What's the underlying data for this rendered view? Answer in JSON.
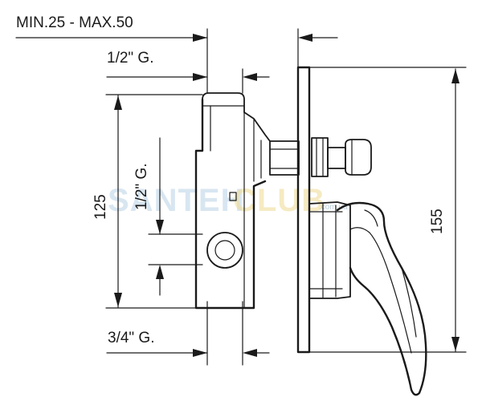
{
  "dimensions": {
    "wall_depth": "MIN.25 - MAX.50",
    "outlet_top": "1/2\" G.",
    "outlet_side": "1/2\" G.",
    "inlet_bottom": "3/4\" G.",
    "body_height": "125",
    "plate_height": "155"
  },
  "watermark": {
    "main": "SANTEH",
    "club": "CLUB",
    "site": ".com.ua"
  },
  "colors": {
    "line": "#1a1a1a",
    "watermark_blue": "#b9d3e6",
    "watermark_yellow": "#f0dd9a"
  }
}
